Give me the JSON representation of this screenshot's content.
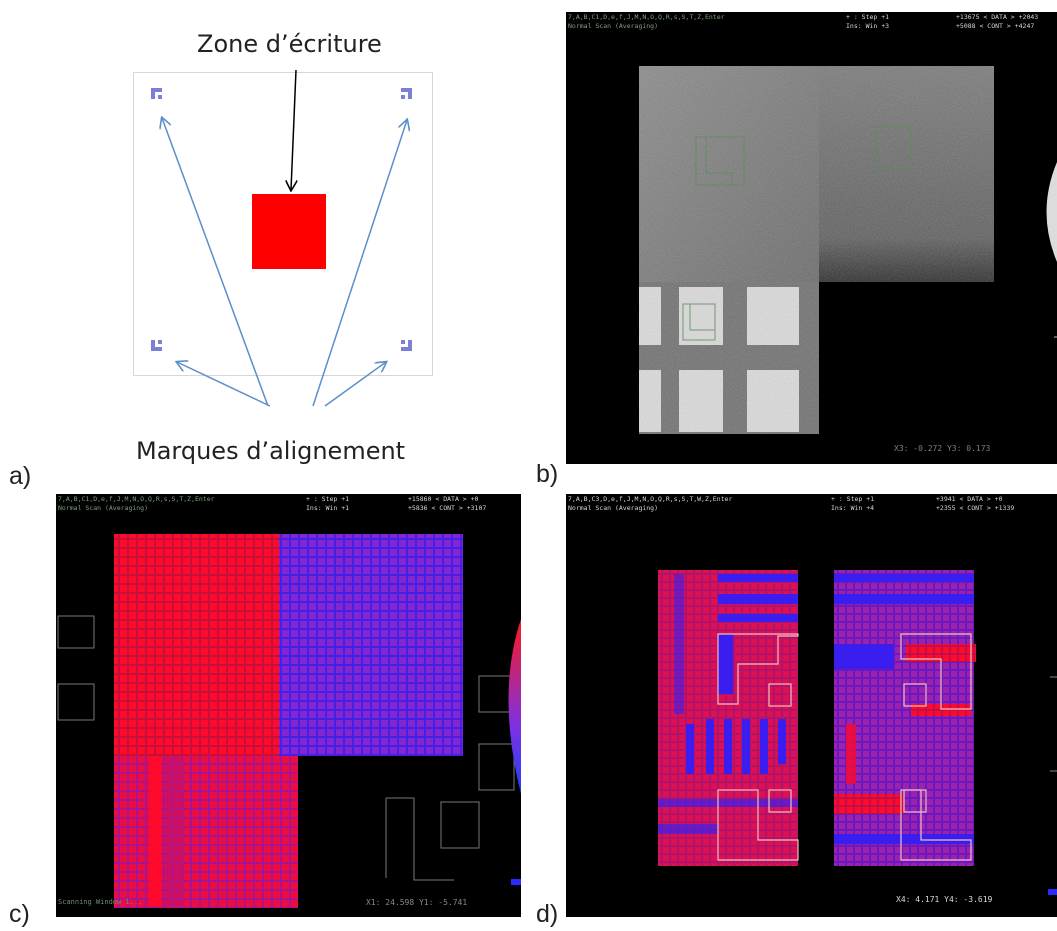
{
  "panel_a": {
    "label": "a)",
    "top_text": "Zone d’écriture",
    "bottom_text": "Marques d’alignement"
  },
  "panel_b": {
    "label": "b)",
    "hud_line1_left": "7,A,B,C1,D,e,f,J,M,N,O,Q,R,s,S,T,Z,Enter",
    "hud_line2_left": "Normal Scan (Averaging)",
    "hud_line1_mid": "+ : Step +1",
    "hud_line2_mid": "Ins: Win +3",
    "hud_line1_right": "+13675 < DATA > +2043",
    "hud_line2_right": "+5088 < CONT > +4247",
    "coords": "X3: -0.272  Y3: 0.173"
  },
  "panel_c": {
    "label": "c)",
    "hud_line1_left": "7,A,B,C1,D,e,f,J,M,N,O,Q,R,s,S,T,Z,Enter",
    "hud_line2_left": "Normal Scan (Averaging)",
    "hud_line1_mid": "+ : Step +1",
    "hud_line2_mid": "Ins: Win +1",
    "hud_line1_right": "+15860 < DATA > +0",
    "hud_line2_right": "+5836 < CONT > +3107",
    "status": "Scanning Window 1...",
    "coords": "X1: 24.598  Y1: -5.741"
  },
  "panel_d": {
    "label": "d)",
    "hud_line1_left": "7,A,B,C3,D,e,f,J,M,N,O,Q,R,s,S,T,W,Z,Enter",
    "hud_line2_left": "Normal Scan (Averaging)",
    "hud_line1_mid": "+ : Step +1",
    "hud_line2_mid": "Ins: Win +4",
    "hud_line1_right": "+3941 < DATA > +0",
    "hud_line2_right": "+2355 < CONT > +1339",
    "coords": "X4: 4.171  Y4: -3.619"
  },
  "colors": {
    "write_zone": "#ff0000",
    "alignment_mark": "#7b7fd6",
    "arrow": "#5b8fc7",
    "map_red": "#ff0a2a",
    "map_blue": "#3a1ef0"
  }
}
